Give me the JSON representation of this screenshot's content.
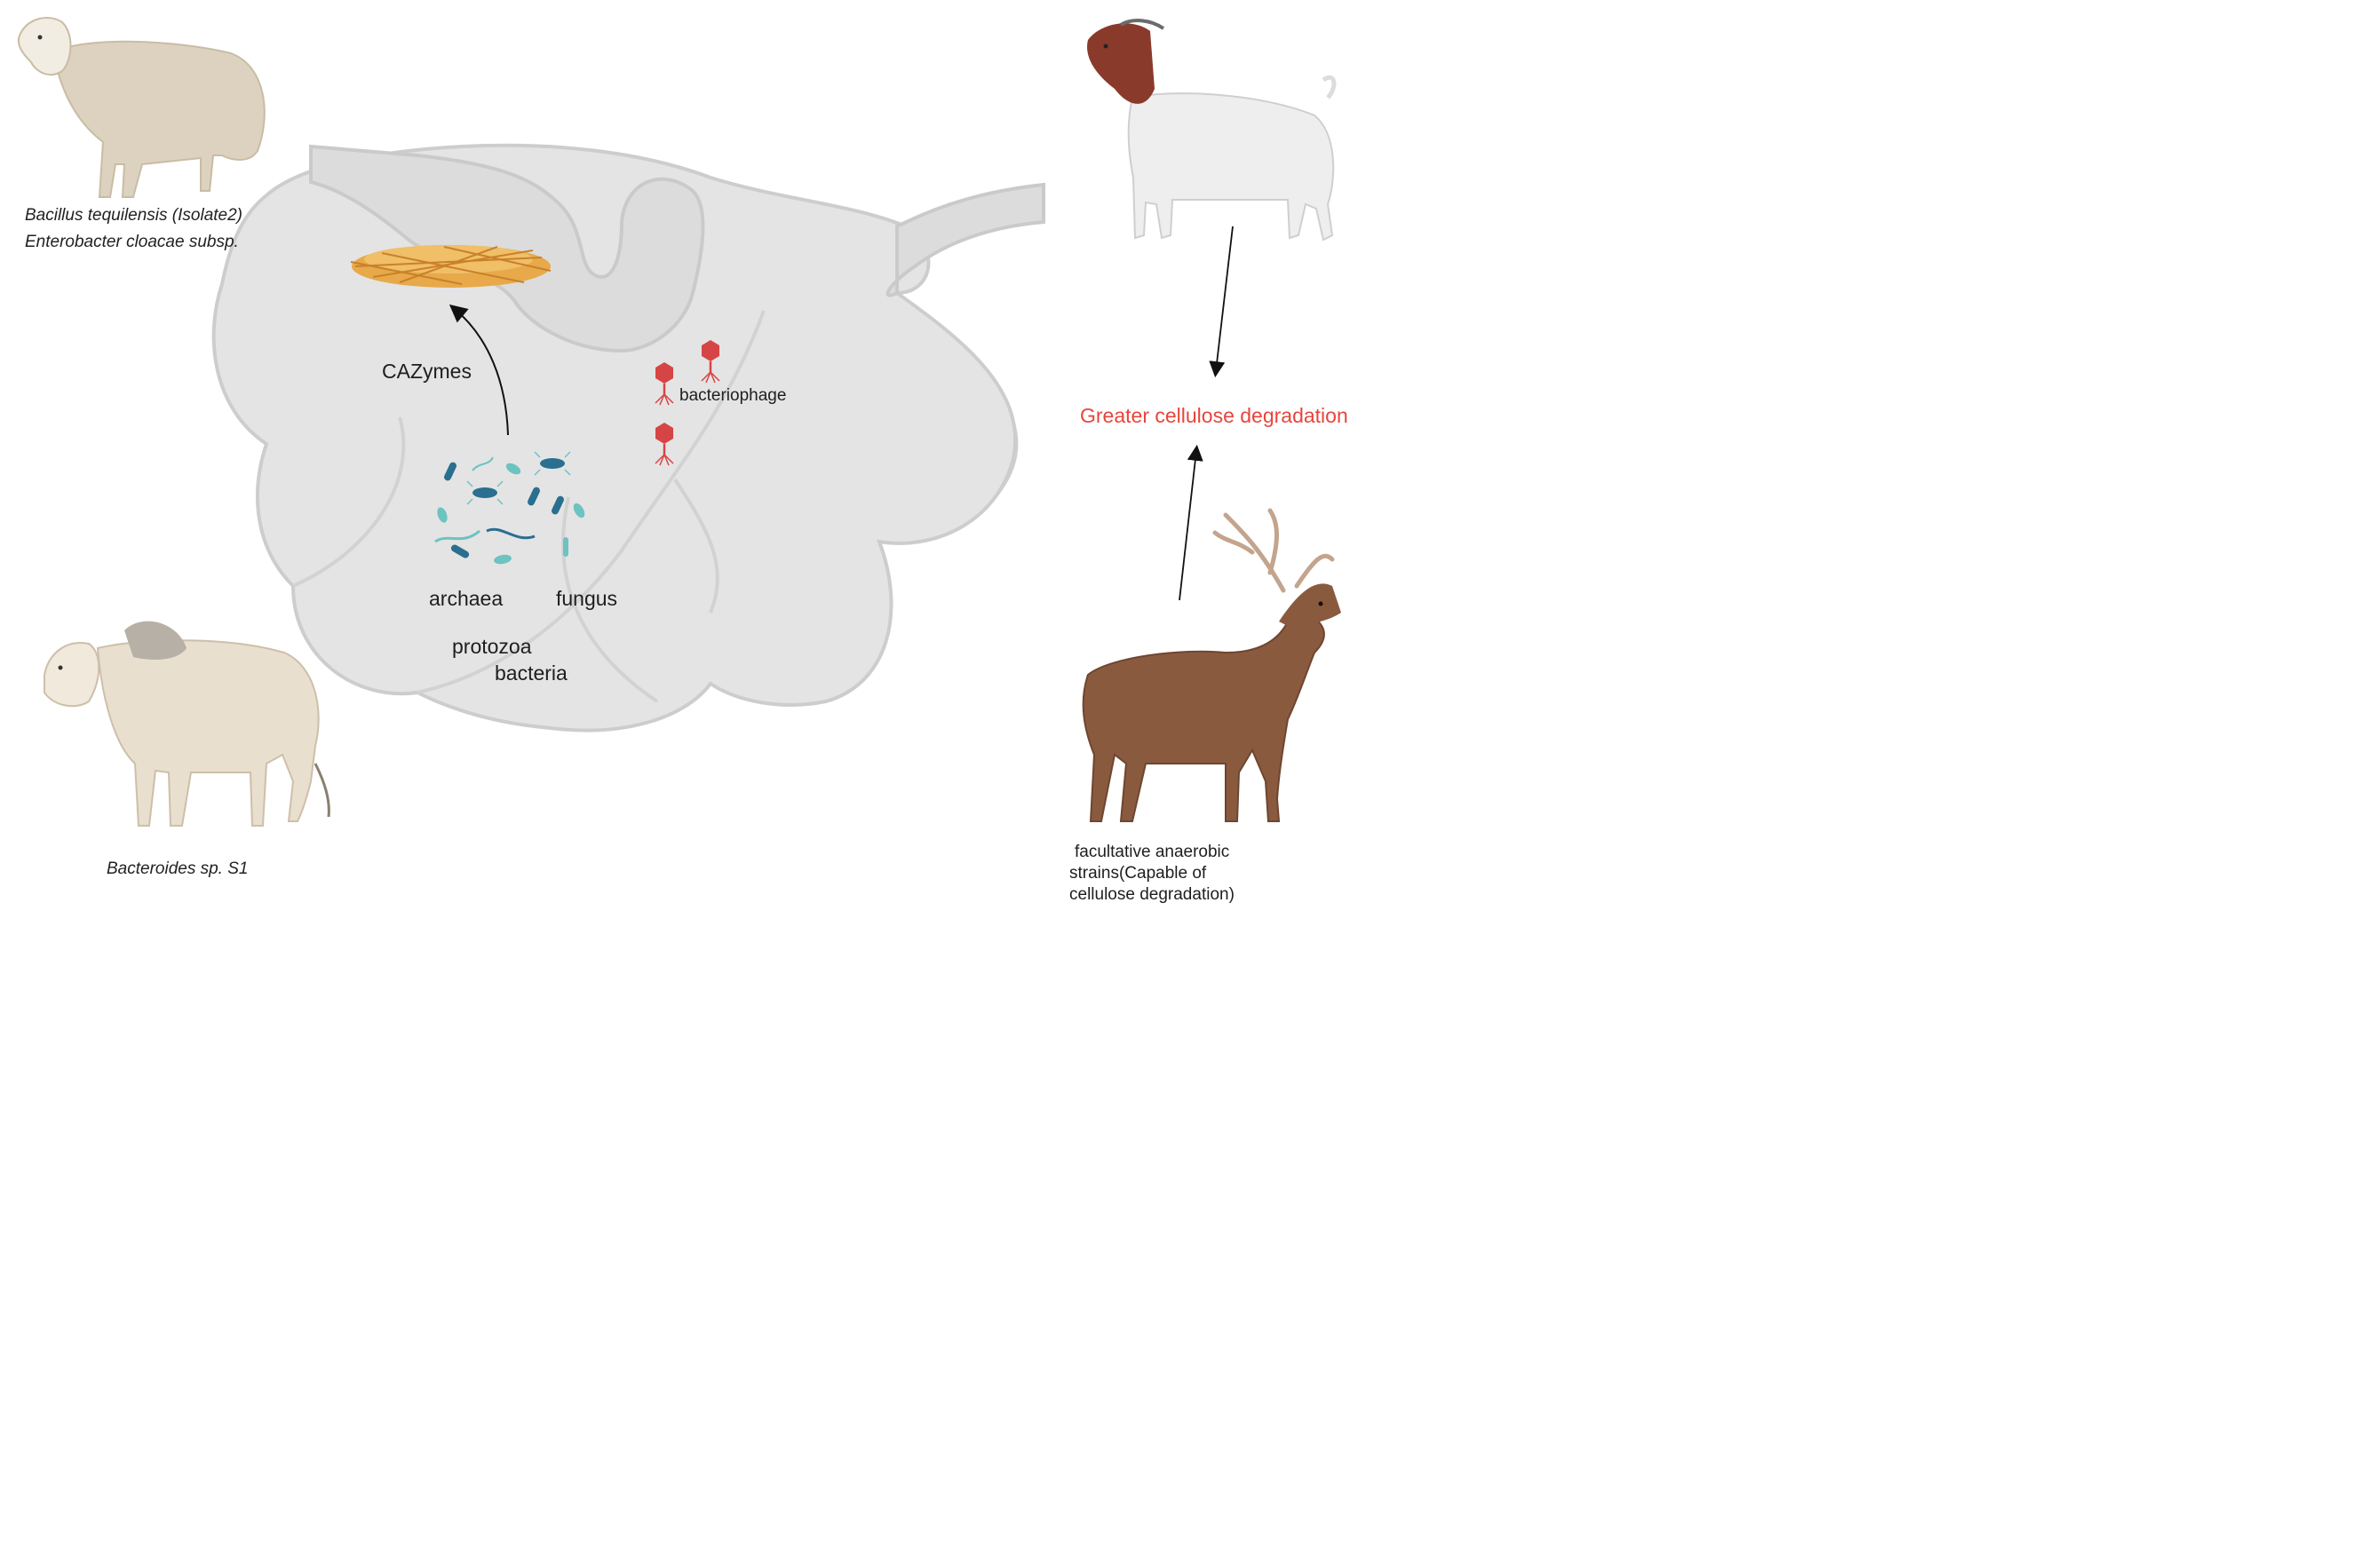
{
  "animals": {
    "sheep": {
      "icon": "sheep-icon",
      "strains": [
        "Bacillus tequilensis  (Isolate2)",
        "Enterobacter cloacae subsp."
      ]
    },
    "cattle": {
      "icon": "zebu-cattle-icon",
      "strains": [
        "Bacteroides sp. S1"
      ]
    },
    "goat": {
      "icon": "goat-icon"
    },
    "deer": {
      "icon": "deer-icon",
      "strains": [
        "facultative anaerobic",
        "strains(Capable of",
        "cellulose degradation)"
      ]
    }
  },
  "rumen": {
    "enzyme_label": "CAZymes",
    "phage_label": "bacteriophage",
    "microbes": [
      "archaea",
      "fungus",
      "protozoa",
      "bacteria"
    ],
    "substrate_icon": "straw-icon"
  },
  "outcome": {
    "label": "Greater cellulose degradation"
  },
  "colors": {
    "rumen_fill": "#e3e3e3",
    "rumen_outline": "#cfcfcf",
    "phage": "#d64545",
    "outcome_text": "#e8453c",
    "straw": "#e7a94a",
    "microbe_dark": "#2a6f8f",
    "microbe_light": "#6cc3bf"
  }
}
